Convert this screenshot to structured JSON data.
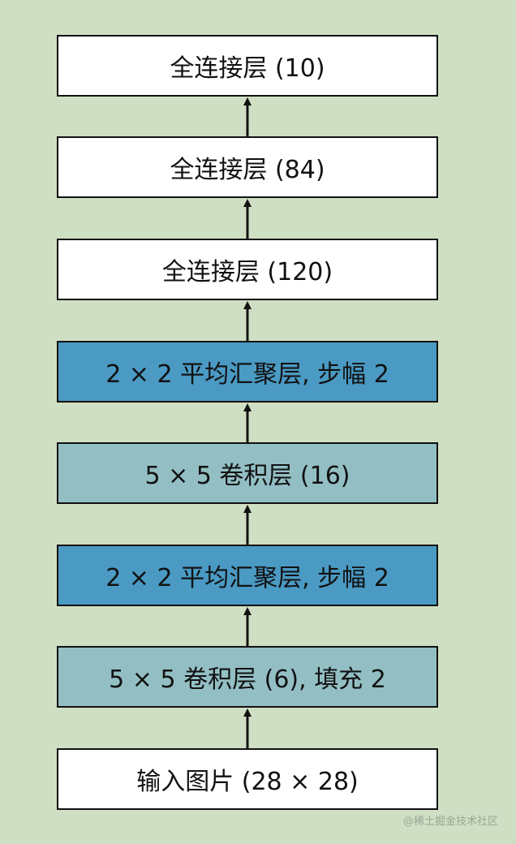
{
  "layers": [
    {
      "label": "全连接层 (10)",
      "kind": "fc"
    },
    {
      "label": "全连接层 (84)",
      "kind": "fc"
    },
    {
      "label": "全连接层 (120)",
      "kind": "fc"
    },
    {
      "label": "2 × 2 平均汇聚层, 步幅 2",
      "kind": "pool"
    },
    {
      "label": "5 × 5 卷积层 (16)",
      "kind": "conv"
    },
    {
      "label": "2 × 2 平均汇聚层, 步幅 2",
      "kind": "pool"
    },
    {
      "label": "5 × 5 卷积层 (6), 填充 2",
      "kind": "conv"
    },
    {
      "label": "输入图片 (28 × 28)",
      "kind": "fc"
    }
  ],
  "colors": {
    "background": "#cfdfc3",
    "fc": "#ffffff",
    "conv": "#93bfc4",
    "pool": "#4a9ac4",
    "border": "#111111"
  },
  "watermark": "@稀土掘金技术社区"
}
